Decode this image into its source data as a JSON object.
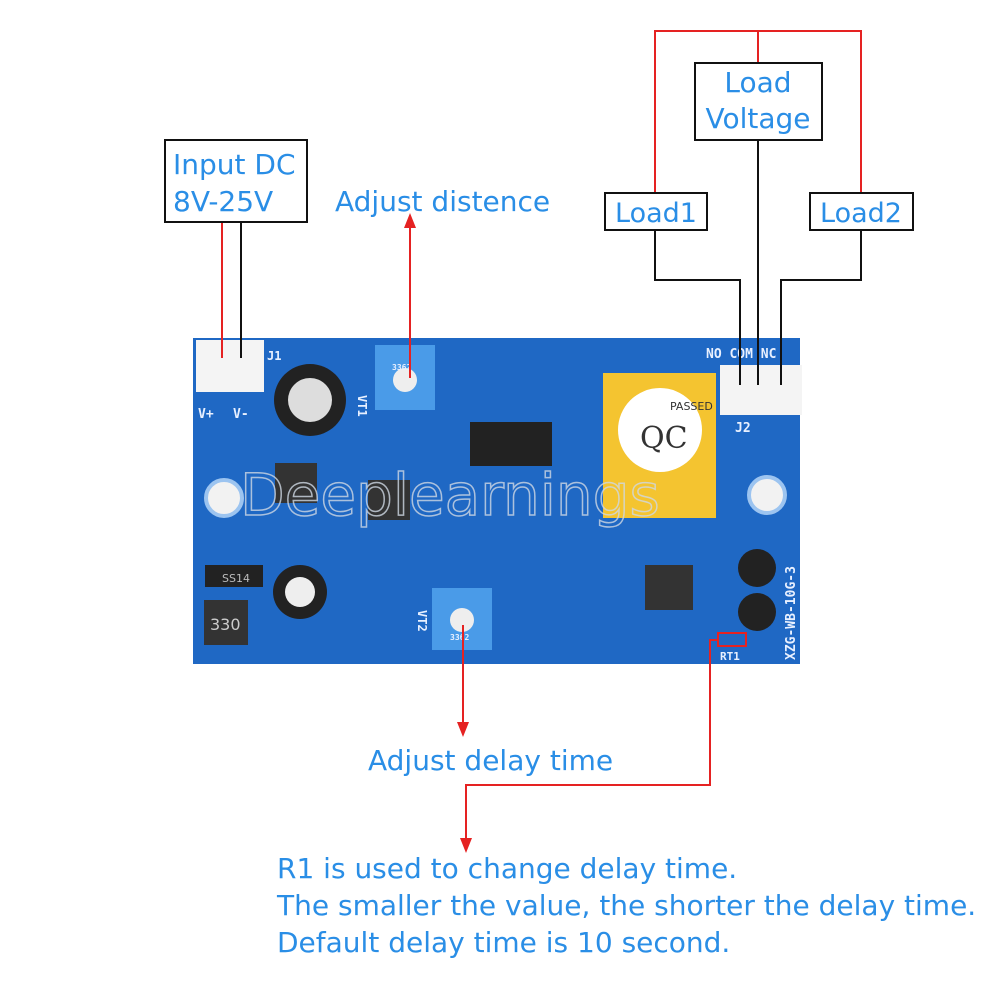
{
  "annotations": {
    "input_dc_line1": "Input DC",
    "input_dc_line2": "8V-25V",
    "adjust_distance": "Adjust distence",
    "load_voltage_line1": "Load",
    "load_voltage_line2": "Voltage",
    "load1": "Load1",
    "load2": "Load2",
    "adjust_delay": "Adjust delay time",
    "note_line1": "R1 is used to change delay time.",
    "note_line2": "The smaller the value, the shorter the delay time.",
    "note_line3": "Default delay time is 10 second."
  },
  "board": {
    "j1": "J1",
    "v_plus": "V+",
    "v_minus": "V-",
    "j2": "J2",
    "relay_pins": "NO COM NC",
    "model": "XZG-WB-10G-3",
    "rt1": "RT1",
    "qc": "QC",
    "passed": "PASSED",
    "pot_code": "3362",
    "vt1": "VT1",
    "vt2": "VT2",
    "inductor": "330",
    "diode_d2": "SS14",
    "watermark": "Deeplearnings"
  },
  "colors": {
    "label_text": "#2a8ee6",
    "pcb": "#1f68c4",
    "wire_red": "#e52222",
    "wire_black": "#111111"
  }
}
